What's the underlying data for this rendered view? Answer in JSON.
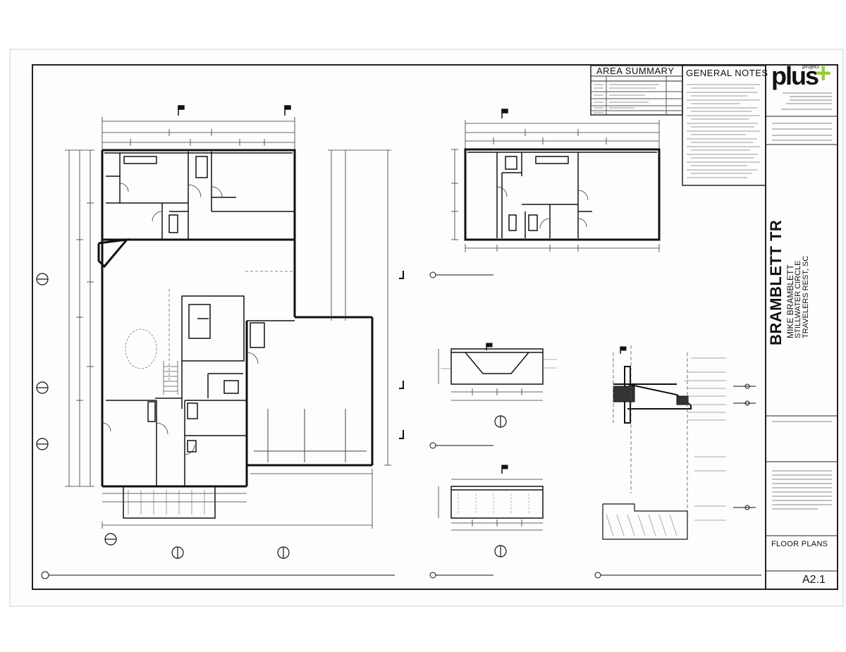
{
  "area_summary": {
    "title": "AREA SUMMARY"
  },
  "general_notes": {
    "title": "GENERAL NOTES"
  },
  "brand": {
    "small": "project",
    "main": "plus",
    "mark": "+"
  },
  "project": {
    "name": "BRAMBLETT TR",
    "client": "MIKE BRAMBLETT",
    "address_line1": "STILLWATER CIRCLE",
    "address_line2": "TRAVELERS REST, SC"
  },
  "sheet": {
    "title": "FLOOR PLANS",
    "number": "A2.1"
  }
}
